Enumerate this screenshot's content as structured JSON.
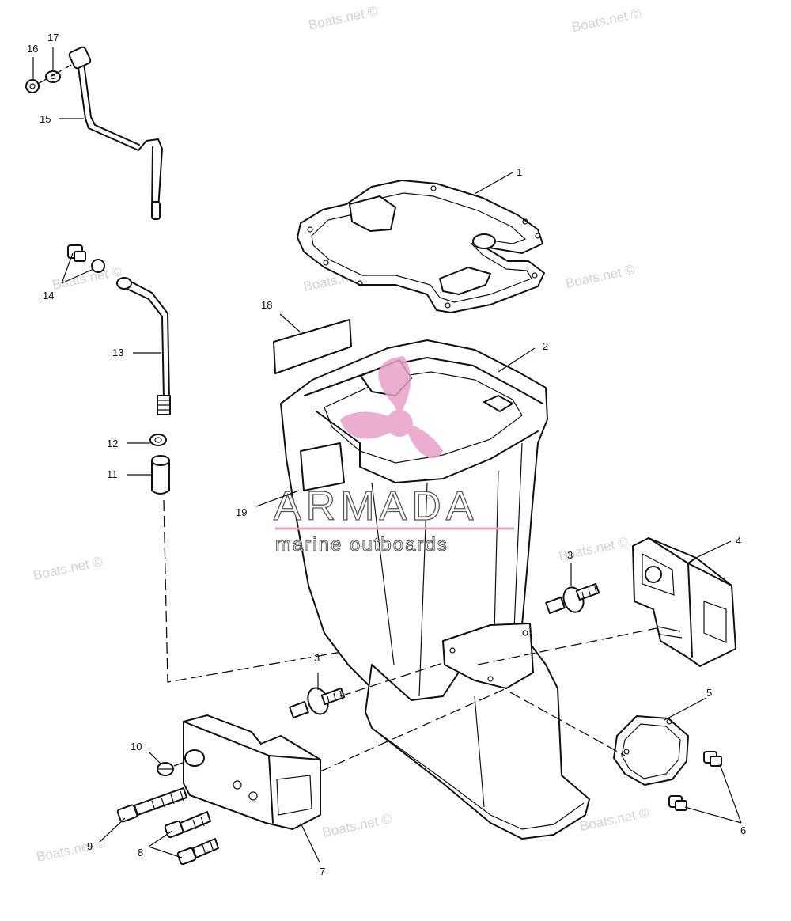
{
  "part_labels": {
    "p1": "1",
    "p2": "2",
    "p3a": "3",
    "p3b": "3",
    "p4": "4",
    "p5": "5",
    "p6": "6",
    "p7": "7",
    "p8": "8",
    "p9": "9",
    "p10": "10",
    "p11": "11",
    "p12": "12",
    "p13": "13",
    "p14": "14",
    "p15": "15",
    "p16": "16",
    "p17": "17",
    "p18": "18",
    "p19": "19"
  },
  "watermark": "Boats.net ©",
  "brand": {
    "name": "ARMADA",
    "tagline": "marine outboards",
    "accent_color": "#e8a0c8"
  }
}
